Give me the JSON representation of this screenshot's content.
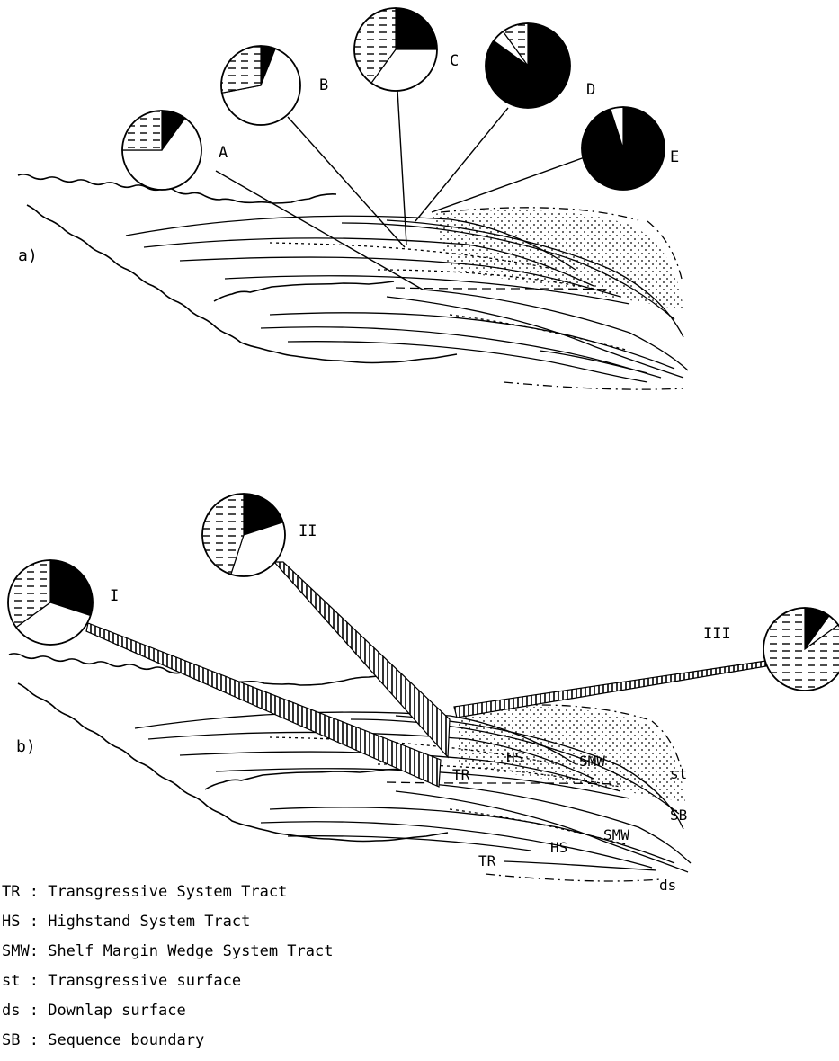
{
  "panels": {
    "a": {
      "label": "a)",
      "pies": [
        {
          "label": "A",
          "shares": {
            "dashed": 0.25,
            "black": 0.1,
            "white": 0.65
          }
        },
        {
          "label": "B",
          "shares": {
            "dashed": 0.28,
            "black": 0.06,
            "white": 0.66
          }
        },
        {
          "label": "C",
          "shares": {
            "dashed": 0.4,
            "black": 0.25,
            "white": 0.35
          }
        },
        {
          "label": "D",
          "shares": {
            "dashed": 0.1,
            "black": 0.85,
            "white": 0.05
          }
        },
        {
          "label": "E",
          "shares": {
            "dashed": 0.0,
            "black": 0.95,
            "white": 0.05
          }
        }
      ]
    },
    "b": {
      "label": "b)",
      "pies": [
        {
          "label": "I",
          "shares": {
            "dashed": 0.35,
            "black": 0.3,
            "white": 0.35
          }
        },
        {
          "label": "II",
          "shares": {
            "dashed": 0.45,
            "black": 0.2,
            "white": 0.35
          }
        },
        {
          "label": "III",
          "shares": {
            "dashed": 0.85,
            "black": 0.1,
            "white": 0.05
          }
        }
      ],
      "tract_labels": [
        "HS",
        "SMW",
        "st",
        "TR",
        "SB",
        "SMW",
        "HS",
        "TR",
        "ds"
      ]
    }
  },
  "legend": [
    {
      "abbr": "TR",
      "sep": " : ",
      "text": "Transgressive System Tract"
    },
    {
      "abbr": "HS",
      "sep": " : ",
      "text": "Highstand System Tract"
    },
    {
      "abbr": "SMW",
      "sep": ": ",
      "text": "Shelf Margin Wedge System Tract"
    },
    {
      "abbr": "st",
      "sep": " : ",
      "text": "Transgressive surface"
    },
    {
      "abbr": "ds",
      "sep": " : ",
      "text": "Downlap surface"
    },
    {
      "abbr": "SB",
      "sep": " : ",
      "text": "Sequence boundary"
    }
  ],
  "colors": {
    "ink": "#000000",
    "paper": "#ffffff"
  }
}
